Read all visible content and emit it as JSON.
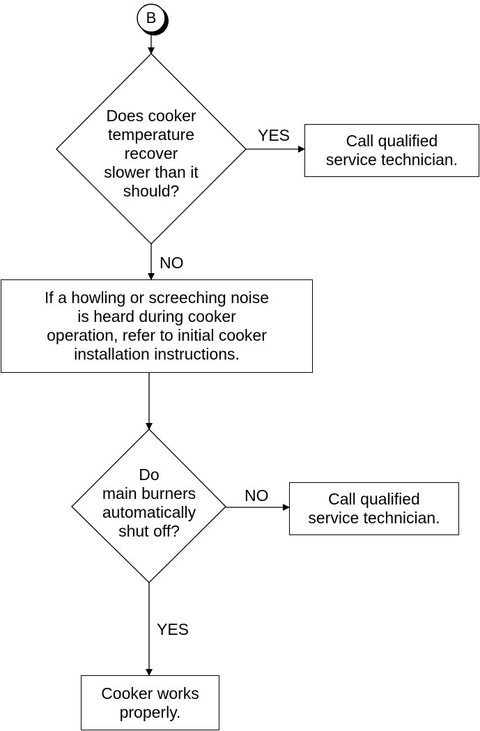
{
  "connector": {
    "label": "B"
  },
  "decision1": {
    "text": "Does cooker\ntemperature\nrecover\nslower than it\nshould?",
    "yes_label": "YES",
    "no_label": "NO"
  },
  "action1": {
    "text": "Call qualified\nservice technician."
  },
  "step2": {
    "text": "If a howling or screeching noise\nis heard during cooker\noperation, refer to initial cooker\ninstallation instructions."
  },
  "decision2": {
    "text": "Do\nmain burners\nautomatically\nshut off?",
    "no_label": "NO",
    "yes_label": "YES"
  },
  "action2": {
    "text": "Call qualified\nservice technician."
  },
  "end": {
    "text": "Cooker works\nproperly."
  },
  "colors": {
    "stroke": "#000000",
    "background": "#ffffff"
  }
}
